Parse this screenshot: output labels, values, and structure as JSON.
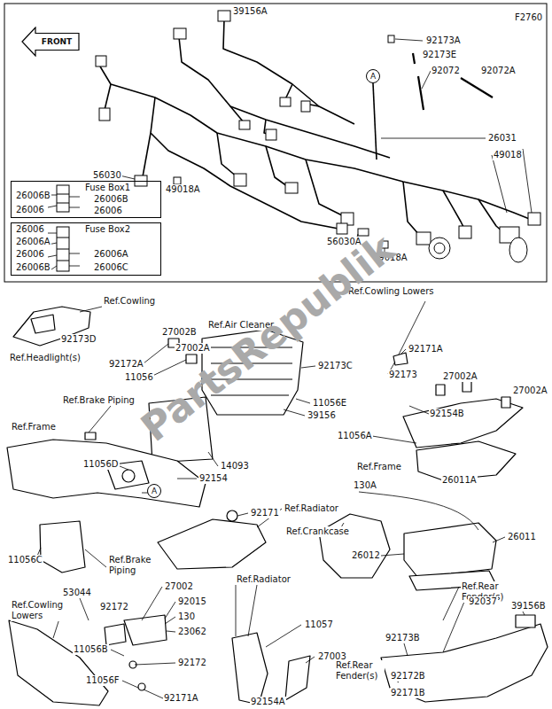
{
  "diagram": {
    "nodes": [
      {
        "text": [
          "FRONT"
        ]
      },
      {
        "text": [
          "Fuse Box1",
          "26006B",
          "26006B",
          "26006",
          "26006"
        ]
      },
      {
        "text": [
          "Fuse Box2",
          "26006",
          "26006A",
          "26006",
          "26006A",
          "26006B",
          "26006C"
        ]
      },
      {
        "text": [
          "A"
        ]
      },
      {
        "text": [
          "A"
        ]
      }
    ],
    "labels": [
      "39156A",
      "F2760",
      "92173A",
      "92173E",
      "92072",
      "92072A",
      "26031",
      "49018",
      "56030",
      "49018A",
      "56030A",
      "49018A",
      "Ref.Cowling",
      "Ref.Cowling Lowers",
      "92173D",
      "Ref.Headlight(s)",
      "27002B",
      "Ref.Air Cleaner",
      "27002A",
      "92172A",
      "11056",
      "92173C",
      "92171A",
      "92173",
      "27002A",
      "27002A",
      "Ref.Brake Piping",
      "11056E",
      "39156",
      "92154B",
      "11056A",
      "Ref.Frame",
      "14093",
      "11056D",
      "Ref.Frame",
      "92154",
      "130A",
      "26011A",
      "92171",
      "Ref.Radiator",
      "Ref.Crankcase",
      "26011",
      "26012",
      "11056C",
      "Ref.Brake Piping",
      "27002",
      "Ref.Radiator",
      "Ref.Rear Fender(s)",
      "53044",
      "92015",
      "Ref.Cowling Lowers",
      "92172",
      "130",
      "11057",
      "92037",
      "39156B",
      "23062",
      "92173B",
      "11056B",
      "27003",
      "92172",
      "Ref.Rear Fender(s)",
      "92172B",
      "11056F",
      "92171B",
      "92171A",
      "92154A",
      "PartsRepublik"
    ]
  }
}
